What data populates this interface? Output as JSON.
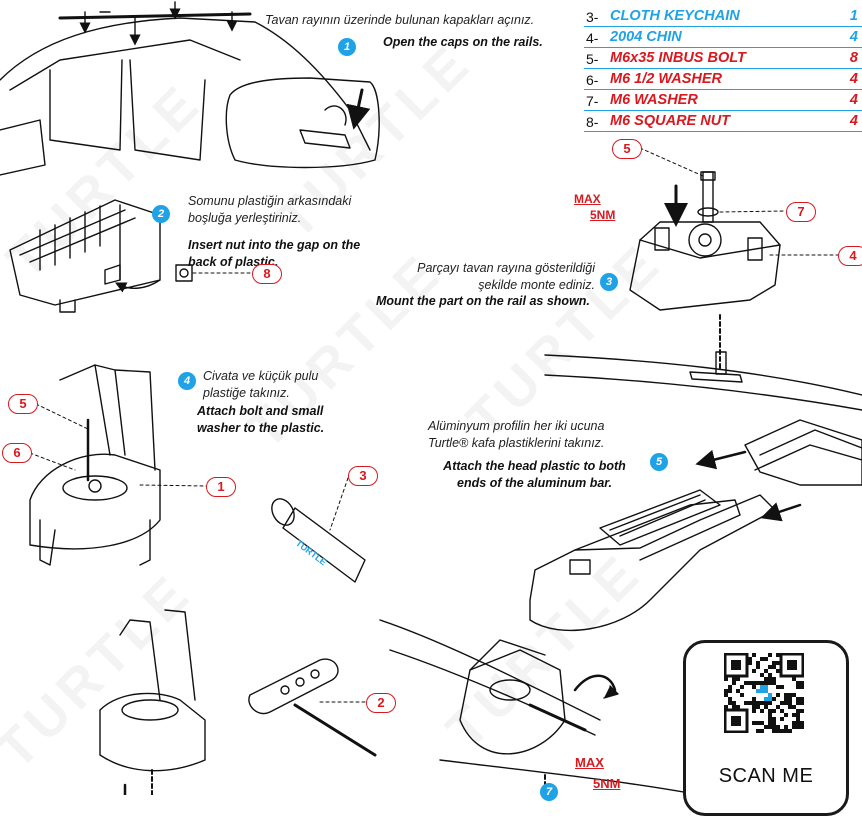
{
  "watermark": "TURTLE",
  "parts": [
    {
      "no": "3-",
      "name": "CLOTH KEYCHAIN",
      "qty": "1",
      "color": "#1fa3e6"
    },
    {
      "no": "4-",
      "name": "2004 CHIN",
      "qty": "4",
      "color": "#1fa3e6"
    },
    {
      "no": "5-",
      "name": "M6x35 INBUS BOLT",
      "qty": "8",
      "color": "#d71920"
    },
    {
      "no": "6-",
      "name": "M6 1/2 WASHER",
      "qty": "4",
      "color": "#d71920"
    },
    {
      "no": "7-",
      "name": "M6 WASHER",
      "qty": "4",
      "color": "#d71920"
    },
    {
      "no": "8-",
      "name": "M6 SQUARE NUT",
      "qty": "4",
      "color": "#d71920"
    }
  ],
  "steps": [
    {
      "no": "1",
      "tr": "Tavan rayının üzerinde bulunan kapakları açınız.",
      "en": "Open the caps on the rails."
    },
    {
      "no": "2",
      "tr": "Somunu plastiğin arkasındaki boşluğa yerleştiriniz.",
      "en": "Insert nut into the gap on the back of plastic."
    },
    {
      "no": "3",
      "tr": "Parçayı tavan rayına gösterildiği şekilde monte ediniz.",
      "en": "Mount the part on the rail as shown."
    },
    {
      "no": "4",
      "tr": "Civata ve küçük pulu plastiğe takınız.",
      "en": "Attach bolt and small washer to the plastic."
    },
    {
      "no": "5",
      "tr": "Alüminyum profilin her iki ucuna Turtle® kafa plastiklerini takınız.",
      "en": "Attach the head plastic to both ends of the aluminum bar."
    },
    {
      "no": "7",
      "tr": "",
      "en": ""
    }
  ],
  "callouts": {
    "c5a": "5",
    "c7": "7",
    "c4": "4",
    "c8": "8",
    "c5b": "5",
    "c6": "6",
    "c1": "1",
    "c3": "3",
    "c2": "2"
  },
  "torque": {
    "max": "MAX",
    "value": "5NM"
  },
  "keychain_text": "TURTLE",
  "qr": {
    "label": "SCAN ME"
  },
  "colors": {
    "accent_blue": "#1fa3e6",
    "accent_red": "#d71920"
  }
}
